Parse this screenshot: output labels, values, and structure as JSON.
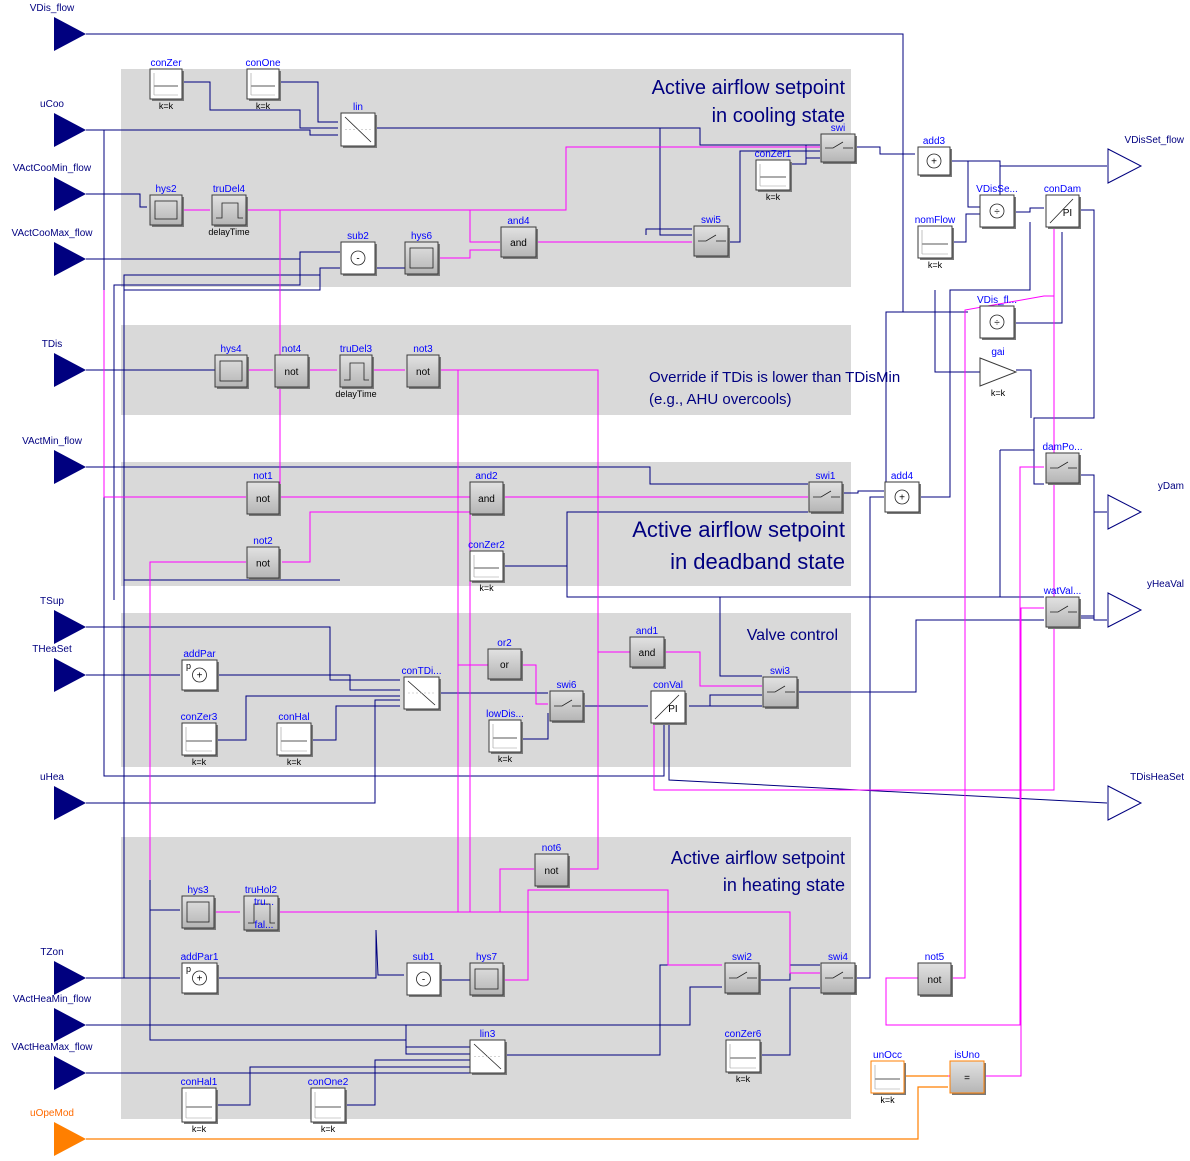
{
  "inputs": [
    {
      "key": "VDis_flow",
      "label": "VDis_flow"
    },
    {
      "key": "uCoo",
      "label": "uCoo"
    },
    {
      "key": "VActCooMin_flow",
      "label": "VActCooMin_flow"
    },
    {
      "key": "VActCooMax_flow",
      "label": "VActCooMax_flow"
    },
    {
      "key": "TDis",
      "label": "TDis"
    },
    {
      "key": "VActMin_flow",
      "label": "VActMin_flow"
    },
    {
      "key": "TSup",
      "label": "TSup"
    },
    {
      "key": "THeaSet",
      "label": "THeaSet"
    },
    {
      "key": "uHea",
      "label": "uHea"
    },
    {
      "key": "TZon",
      "label": "TZon"
    },
    {
      "key": "VActHeaMin_flow",
      "label": "VActHeaMin_flow"
    },
    {
      "key": "VActHeaMax_flow",
      "label": "VActHeaMax_flow"
    },
    {
      "key": "uOpeMod",
      "label": "uOpeMod"
    }
  ],
  "outputs": [
    {
      "key": "VDisSet_flow",
      "label": "VDisSet_flow"
    },
    {
      "key": "yDam",
      "label": "yDam"
    },
    {
      "key": "yHeaVal",
      "label": "yHeaVal"
    },
    {
      "key": "TDisHeaSet",
      "label": "TDisHeaSet"
    }
  ],
  "annotations": {
    "cooling_1": "Active airflow setpoint",
    "cooling_2": "in cooling state",
    "override_1": "Override if TDis is lower than TDisMin",
    "override_2": "(e.g., AHU overcools)",
    "deadband_1": "Active airflow setpoint",
    "deadband_2": "in deadband state",
    "valve": "Valve control",
    "heating_1": "Active airflow setpoint",
    "heating_2": "in heating state"
  },
  "blocks": [
    {
      "key": "conZer",
      "name": "conZer",
      "param": "k=k"
    },
    {
      "key": "conOne",
      "name": "conOne",
      "param": "k=k"
    },
    {
      "key": "lin",
      "name": "lin"
    },
    {
      "key": "swi",
      "name": "swi"
    },
    {
      "key": "add3",
      "name": "add3"
    },
    {
      "key": "conZer1",
      "name": "conZer1",
      "param": "k=k"
    },
    {
      "key": "hys2",
      "name": "hys2"
    },
    {
      "key": "truDel4",
      "name": "truDel4",
      "param": "delayTime"
    },
    {
      "key": "and4",
      "name": "and4",
      "inside": "and"
    },
    {
      "key": "swi5",
      "name": "swi5"
    },
    {
      "key": "sub2",
      "name": "sub2"
    },
    {
      "key": "hys6",
      "name": "hys6"
    },
    {
      "key": "VDisSe",
      "name": "VDisSe..."
    },
    {
      "key": "conDam",
      "name": "conDam",
      "inside": "PI"
    },
    {
      "key": "nomFlow",
      "name": "nomFlow",
      "param": "k=k"
    },
    {
      "key": "VDisfl",
      "name": "VDis_fl..."
    },
    {
      "key": "gai",
      "name": "gai",
      "param": "k=k"
    },
    {
      "key": "hys4",
      "name": "hys4"
    },
    {
      "key": "not4",
      "name": "not4",
      "inside": "not"
    },
    {
      "key": "truDel3",
      "name": "truDel3",
      "param": "delayTime"
    },
    {
      "key": "not3",
      "name": "not3",
      "inside": "not"
    },
    {
      "key": "damPo",
      "name": "damPo..."
    },
    {
      "key": "not1",
      "name": "not1",
      "inside": "not"
    },
    {
      "key": "and2",
      "name": "and2",
      "inside": "and"
    },
    {
      "key": "swi1",
      "name": "swi1"
    },
    {
      "key": "add4",
      "name": "add4"
    },
    {
      "key": "not2",
      "name": "not2",
      "inside": "not"
    },
    {
      "key": "conZer2",
      "name": "conZer2",
      "param": "k=k"
    },
    {
      "key": "watVal",
      "name": "watVal..."
    },
    {
      "key": "addPar",
      "name": "addPar"
    },
    {
      "key": "conTDi",
      "name": "conTDi..."
    },
    {
      "key": "or2",
      "name": "or2",
      "inside": "or"
    },
    {
      "key": "swi6",
      "name": "swi6"
    },
    {
      "key": "and1",
      "name": "and1",
      "inside": "and"
    },
    {
      "key": "conVal",
      "name": "conVal",
      "inside": "PI"
    },
    {
      "key": "swi3",
      "name": "swi3"
    },
    {
      "key": "conZer3",
      "name": "conZer3",
      "param": "k=k"
    },
    {
      "key": "conHal",
      "name": "conHal",
      "param": "k=k"
    },
    {
      "key": "lowDis",
      "name": "lowDis...",
      "param": "k=k"
    },
    {
      "key": "not6",
      "name": "not6",
      "inside": "not"
    },
    {
      "key": "hys3",
      "name": "hys3"
    },
    {
      "key": "truHol2",
      "name": "truHol2",
      "sub1": "tru...",
      "sub2": "fal..."
    },
    {
      "key": "addPar1",
      "name": "addPar1"
    },
    {
      "key": "sub1",
      "name": "sub1"
    },
    {
      "key": "hys7",
      "name": "hys7"
    },
    {
      "key": "swi2",
      "name": "swi2"
    },
    {
      "key": "swi4",
      "name": "swi4"
    },
    {
      "key": "not5",
      "name": "not5",
      "inside": "not"
    },
    {
      "key": "lin3",
      "name": "lin3"
    },
    {
      "key": "conZer6",
      "name": "conZer6",
      "param": "k=k"
    },
    {
      "key": "conHal1",
      "name": "conHal1",
      "param": "k=k"
    },
    {
      "key": "conOne2",
      "name": "conOne2",
      "param": "k=k"
    },
    {
      "key": "unOcc",
      "name": "unOcc",
      "param": "k=k"
    },
    {
      "key": "isUno",
      "name": "isUno",
      "inside": "="
    }
  ],
  "colors": {
    "panel": "#d9d9d9",
    "signal_wire": "#00007f",
    "boolean_wire": "#ff00ff",
    "integer_wire": "#ff7f00",
    "input_real": "#00007f",
    "input_int": "#ff7f00",
    "block_name": "#0000ff"
  }
}
